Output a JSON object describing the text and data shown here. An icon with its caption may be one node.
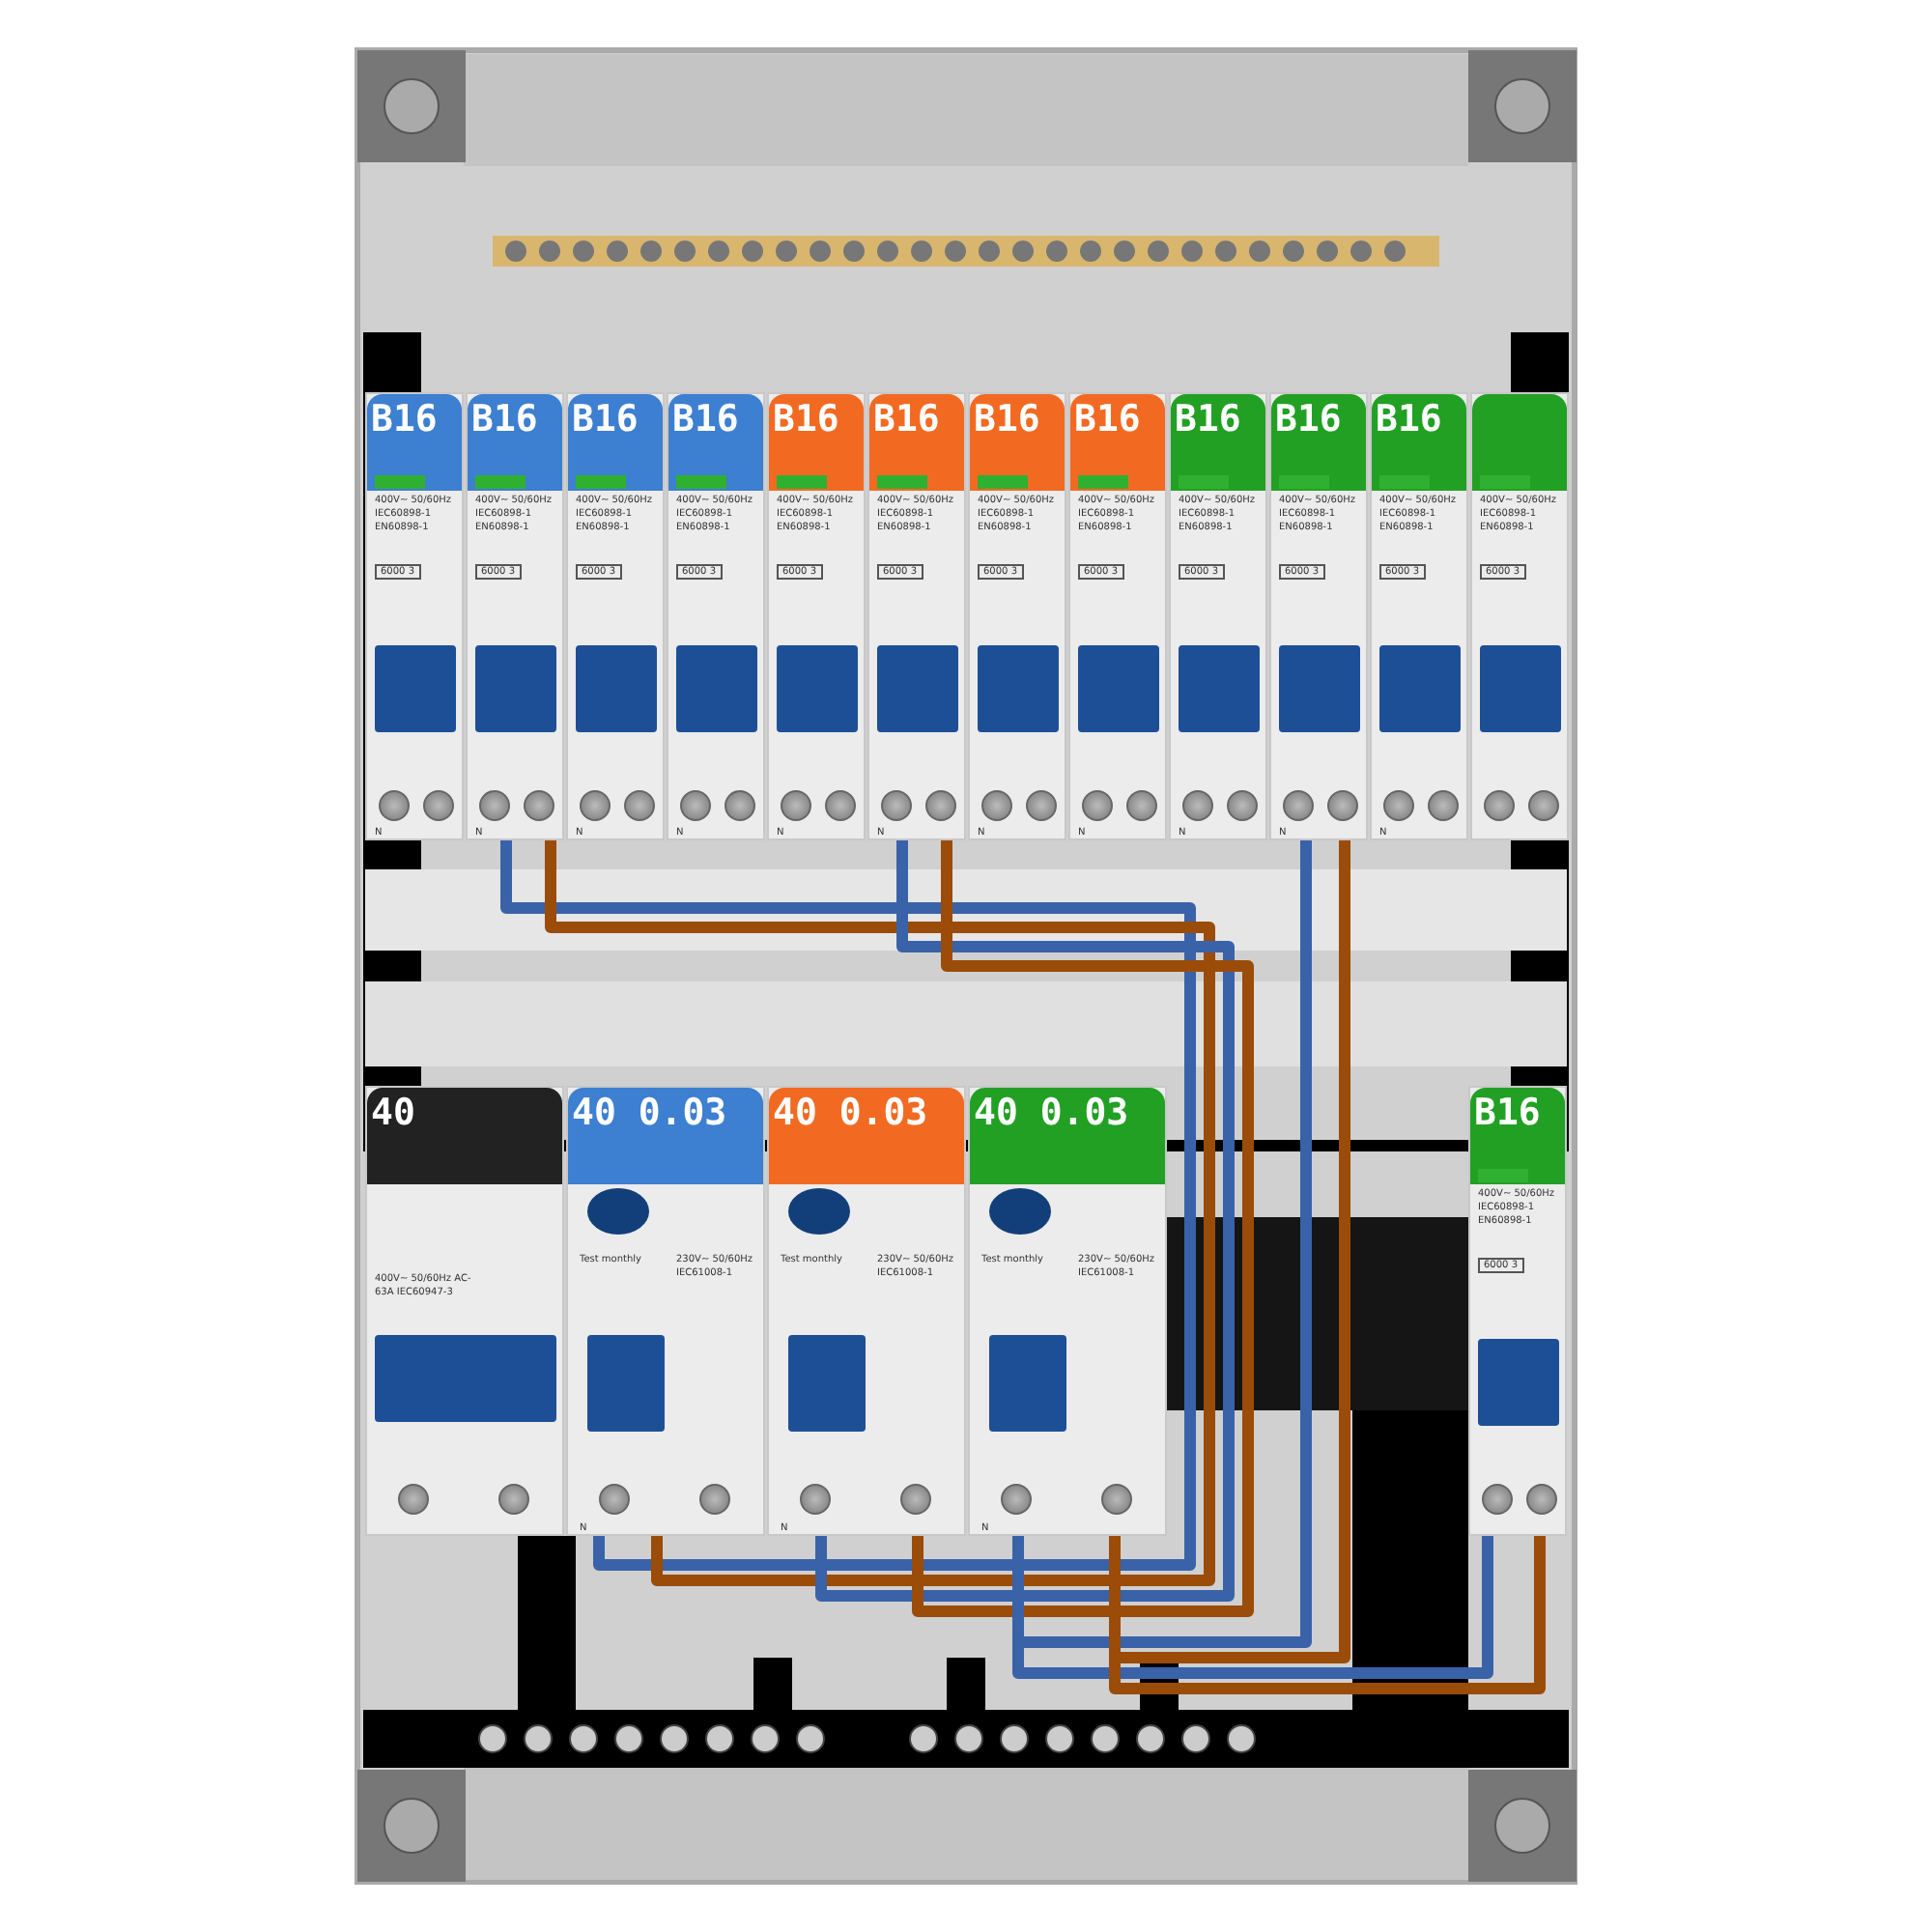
{
  "diagram": {
    "nodes": [
      {
        "text": [
          "B16",
          "400V~ 50/60Hz IEC60898-1 EN60898-1",
          "6000 3",
          "N"
        ]
      },
      {
        "text": [
          "B16",
          "400V~ 50/60Hz IEC60898-1 EN60898-1",
          "6000 3",
          "N"
        ]
      },
      {
        "text": [
          "B16",
          "400V~ 50/60Hz IEC60898-1 EN60898-1",
          "6000 3",
          "N"
        ]
      },
      {
        "text": [
          "B16",
          "400V~ 50/60Hz IEC60898-1 EN60898-1",
          "6000 3",
          "N"
        ]
      },
      {
        "text": [
          "B16",
          "400V~ 50/60Hz IEC60898-1 EN60898-1",
          "6000 3",
          "N"
        ]
      },
      {
        "text": [
          "B16",
          "400V~ 50/60Hz IEC60898-1 EN60898-1",
          "6000 3",
          "N"
        ]
      },
      {
        "text": [
          "B16",
          "400V~ 50/60Hz IEC60898-1 EN60898-1",
          "6000 3",
          "N"
        ]
      },
      {
        "text": [
          "B16",
          "400V~ 50/60Hz IEC60898-1 EN60898-1",
          "6000 3",
          "N"
        ]
      },
      {
        "text": [
          "B16",
          "400V~ 50/60Hz IEC60898-1 EN60898-1",
          "6000 3",
          "N"
        ]
      },
      {
        "text": [
          "B16",
          "400V~ 50/60Hz IEC60898-1 EN60898-1",
          "6000 3",
          "N"
        ]
      },
      {
        "text": [
          "B16",
          "400V~ 50/60Hz IEC60898-1 EN60898-1",
          "6000 3",
          "N"
        ]
      },
      {
        "text": [
          "400V~ 50/60Hz IEC60898-1 EN60898-1",
          "6000 3"
        ]
      },
      {
        "text": [
          "40",
          "400V~ 50/60Hz AC-63A IEC60947-3"
        ]
      },
      {
        "text": [
          "40 0.03",
          "Test monthly",
          "230V~ 50/60Hz IEC61008-1",
          "N"
        ]
      },
      {
        "text": [
          "40 0.03",
          "Test monthly",
          "230V~ 50/60Hz IEC61008-1",
          "N"
        ]
      },
      {
        "text": [
          "40 0.03",
          "Test monthly",
          "230V~ 50/60Hz IEC61008-1",
          "N"
        ]
      },
      {
        "text": [
          "B16",
          "400V~ 50/60Hz IEC60898-1 EN60898-1",
          "6000 3"
        ]
      }
    ],
    "edges": [
      {
        "from": 13,
        "to": 1,
        "arrow": "none",
        "color": "#3a62a8"
      },
      {
        "from": 13,
        "to": 1,
        "arrow": "none",
        "color": "#9a4c08"
      },
      {
        "from": 14,
        "to": 5,
        "arrow": "none",
        "color": "#3a62a8"
      },
      {
        "from": 14,
        "to": 5,
        "arrow": "none",
        "color": "#9a4c08"
      },
      {
        "from": 15,
        "to": 9,
        "arrow": "none",
        "color": "#3a62a8"
      },
      {
        "from": 15,
        "to": 9,
        "arrow": "none",
        "color": "#9a4c08"
      },
      {
        "from": 15,
        "to": 16,
        "arrow": "none",
        "color": "#3a62a8"
      },
      {
        "from": 15,
        "to": 16,
        "arrow": "none",
        "color": "#9a4c08"
      }
    ]
  }
}
